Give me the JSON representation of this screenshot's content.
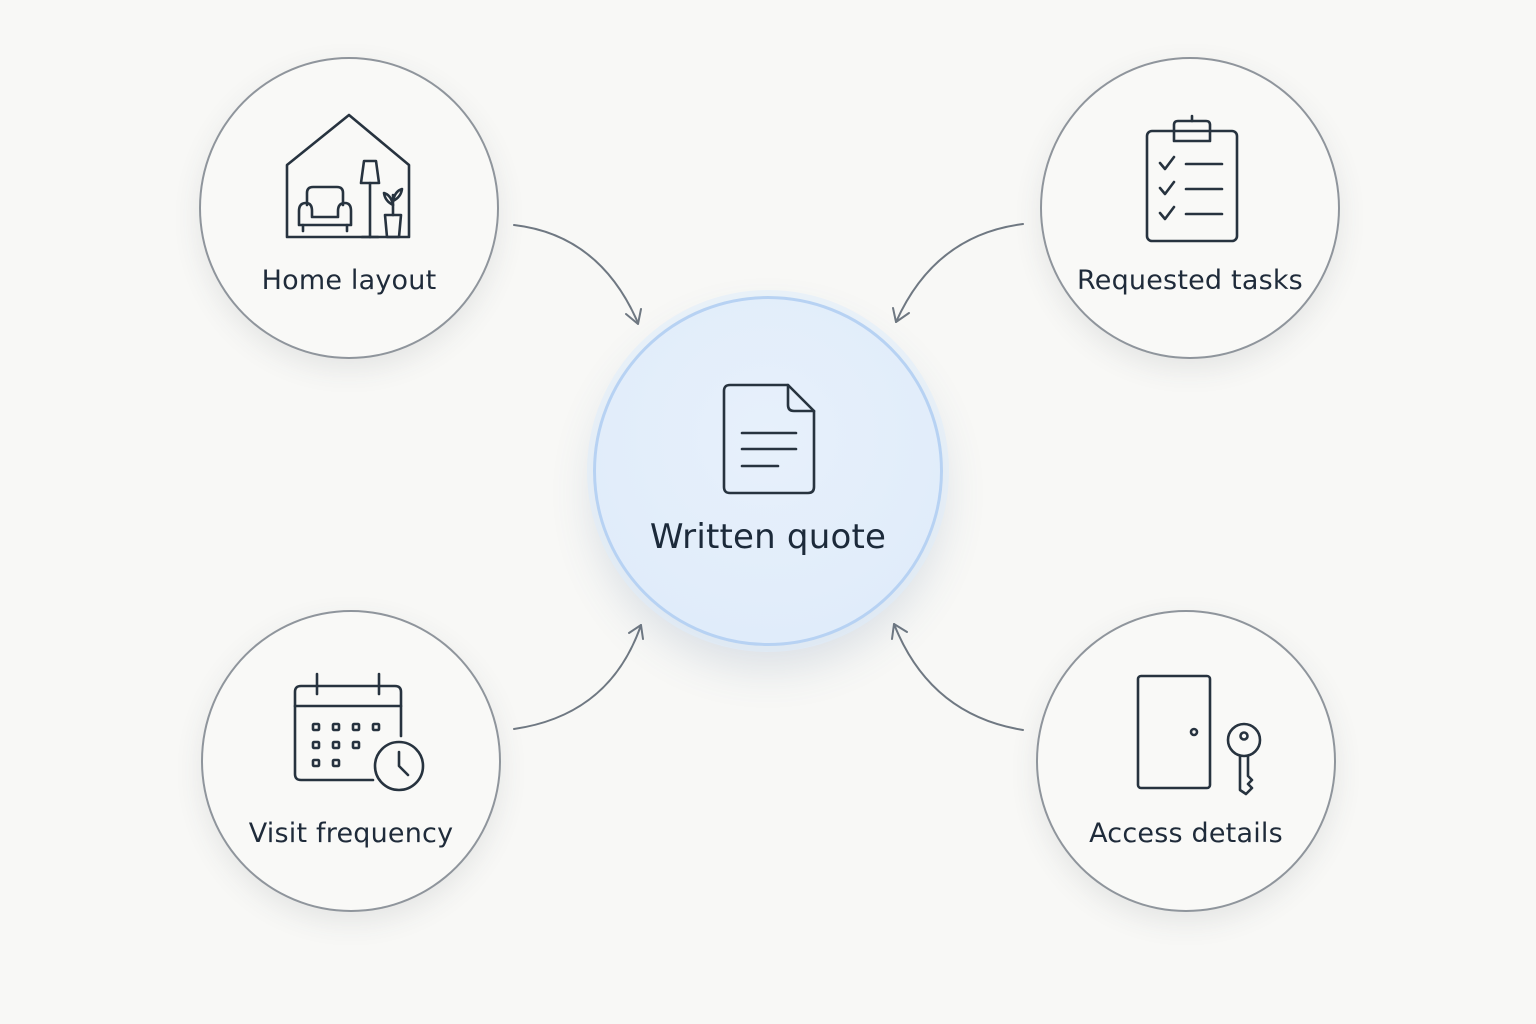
{
  "diagram": {
    "center": {
      "label": "Written quote",
      "icon": "document-icon"
    },
    "inputs": [
      {
        "label": "Home layout",
        "icon": "house-icon"
      },
      {
        "label": "Requested tasks",
        "icon": "clipboard-checklist-icon"
      },
      {
        "label": "Visit frequency",
        "icon": "calendar-clock-icon"
      },
      {
        "label": "Access details",
        "icon": "door-key-icon"
      }
    ]
  },
  "colors": {
    "background": "#f8f8f6",
    "node_border": "#8f959c",
    "center_fill": "#deebfa",
    "center_border": "#b7d2f3",
    "text": "#1f2b3a",
    "arrow": "#6f7882"
  }
}
